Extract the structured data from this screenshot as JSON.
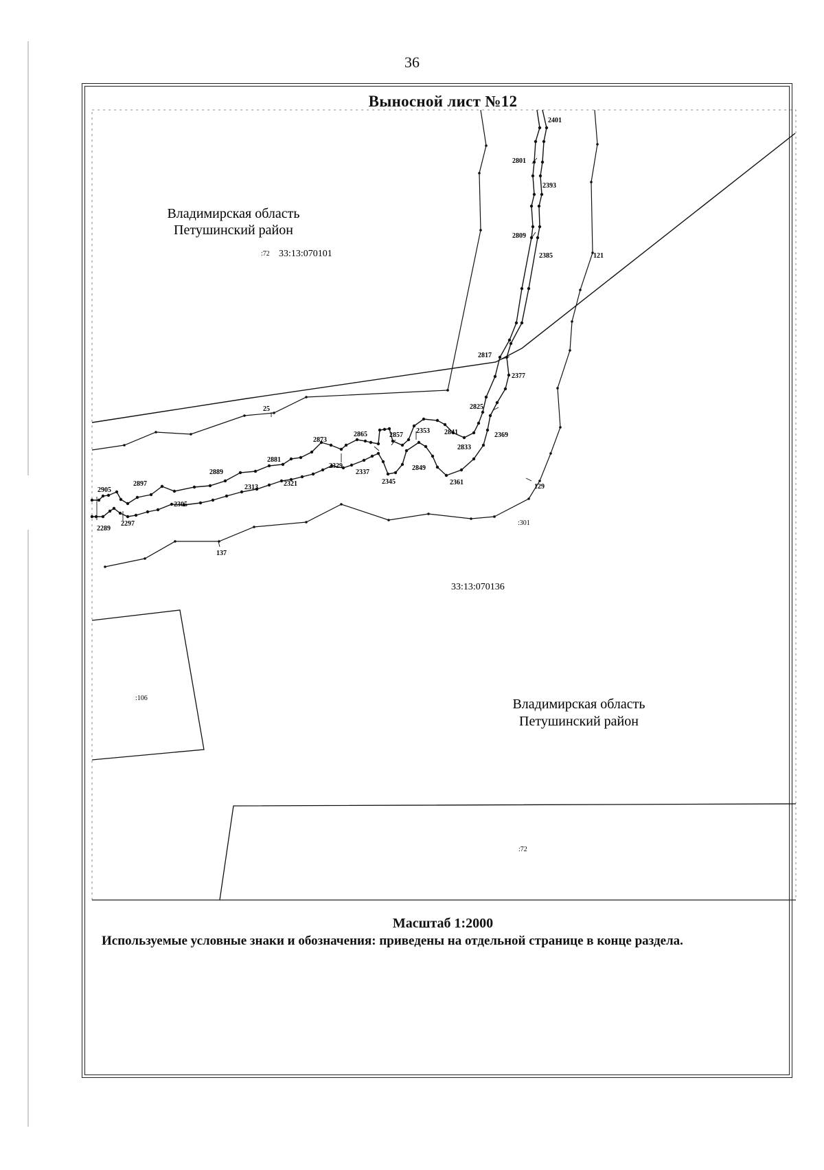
{
  "page_number": "36",
  "sheet_title": "Выносной лист №12",
  "regions": {
    "north_line1": "Владимирская область",
    "north_line2": "Петушинский район",
    "south_line1": "Владимирская область",
    "south_line2": "Петушинский район"
  },
  "parcels": {
    "north_label_prefix": ":72",
    "north_cadastral": "33:13:070101",
    "south_cadastral": "33:13:070136",
    "p106": ":106",
    "p72": ":72",
    "p301": ":301"
  },
  "boundary_points": {
    "p2401": "2401",
    "p2801": "2801",
    "p2393": "2393",
    "p2809": "2809",
    "p2385": "2385",
    "p121": "121",
    "p2817": "2817",
    "p2377": "2377",
    "p2825": "2825",
    "p2369": "2369",
    "p2353": "2353",
    "p2841": "2841",
    "p2833": "2833",
    "p2857": "2857",
    "p2865": "2865",
    "p2873": "2873",
    "p2849": "2849",
    "p2361": "2361",
    "p2329": "2329",
    "p2337": "2337",
    "p2345": "2345",
    "p2881": "2881",
    "p2889": "2889",
    "p2313": "2313",
    "p2321": "2321",
    "p2897": "2897",
    "p2905": "2905",
    "p2305": "2305",
    "p2289": "2289",
    "p2297": "2297",
    "p25": "25",
    "p129": "129",
    "p137": "137"
  },
  "scale": "Масштаб 1:2000",
  "legend_note": "Используемые условные знаки и обозначения: приведены на отдельной странице в конце раздела."
}
